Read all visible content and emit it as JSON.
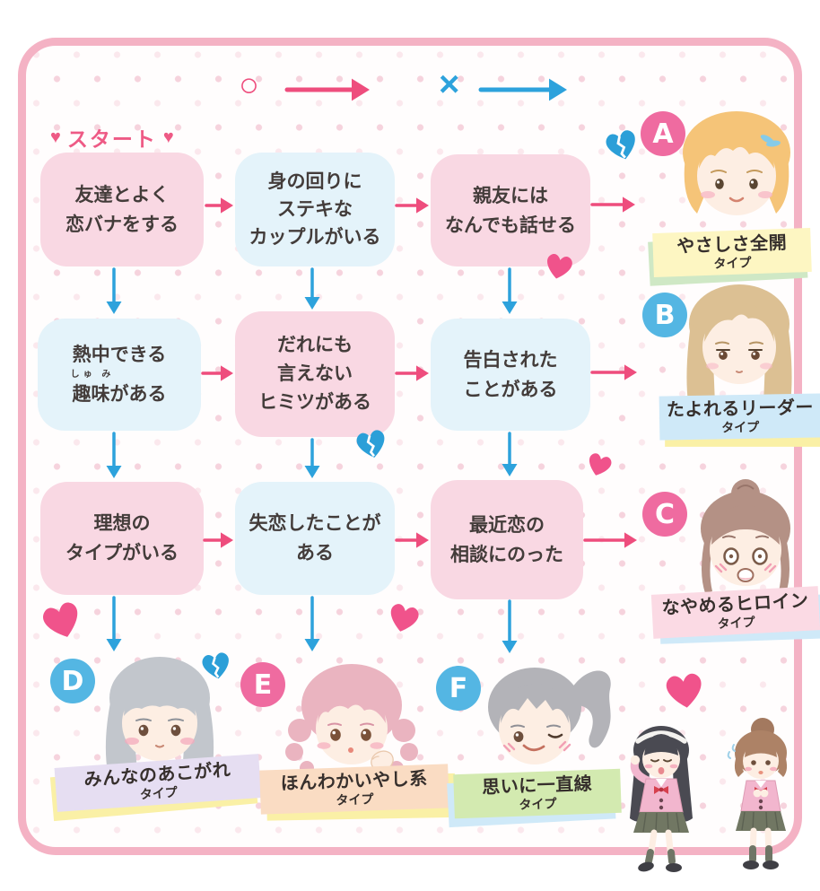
{
  "legend": {
    "yes_symbol": "○",
    "no_symbol": "×"
  },
  "start": {
    "label": "スタート"
  },
  "icons": {
    "heart": "♥"
  },
  "questions": [
    {
      "id": "q1",
      "row": 1,
      "col": 1,
      "color": "pink",
      "lines": [
        "友達とよく",
        "恋バナをする"
      ]
    },
    {
      "id": "q2",
      "row": 1,
      "col": 2,
      "color": "blue",
      "lines": [
        "身の回りに",
        "ステキな",
        "カップルがいる"
      ]
    },
    {
      "id": "q3",
      "row": 1,
      "col": 3,
      "color": "pink",
      "lines": [
        "親友には",
        "なんでも話せる"
      ]
    },
    {
      "id": "q4",
      "row": 2,
      "col": 1,
      "color": "blue",
      "lines": [
        "熱中できる",
        "趣味がある"
      ],
      "furigana": "しゅ み"
    },
    {
      "id": "q5",
      "row": 2,
      "col": 2,
      "color": "pink",
      "lines": [
        "だれにも",
        "言えない",
        "ヒミツがある"
      ]
    },
    {
      "id": "q6",
      "row": 2,
      "col": 3,
      "color": "blue",
      "lines": [
        "告白された",
        "ことがある"
      ]
    },
    {
      "id": "q7",
      "row": 3,
      "col": 1,
      "color": "pink",
      "lines": [
        "理想の",
        "タイプがいる"
      ]
    },
    {
      "id": "q8",
      "row": 3,
      "col": 2,
      "color": "blue",
      "lines": [
        "失恋したことが",
        "ある"
      ]
    },
    {
      "id": "q9",
      "row": 3,
      "col": 3,
      "color": "pink",
      "lines": [
        "最近恋の",
        "相談にのった"
      ]
    }
  ],
  "results": [
    {
      "letter": "A",
      "type_line1": "やさしさ全開",
      "type_line2": "タイプ",
      "badge_color": "#ef6ba0",
      "label_bg": "#fdf6c2",
      "label_shadow": "#cfe8c5",
      "character": "girl-blonde-bob-hairclip"
    },
    {
      "letter": "B",
      "type_line1": "たよれるリーダー",
      "type_line2": "タイプ",
      "badge_color": "#54b6e3",
      "label_bg": "#cfe9f8",
      "label_shadow": "#faf0a6",
      "character": "girl-long-light-brown-hair"
    },
    {
      "letter": "C",
      "type_line1": "なやめるヒロイン",
      "type_line2": "タイプ",
      "badge_color": "#ef6ba0",
      "label_bg": "#fbdae4",
      "label_shadow": "#cfe9f8",
      "character": "girl-brown-bun-surprised"
    },
    {
      "letter": "D",
      "type_line1": "みんなのあこがれ",
      "type_line2": "タイプ",
      "badge_color": "#54b6e3",
      "label_bg": "#e6def2",
      "label_shadow": "#faf0a6",
      "character": "girl-silver-long-hair"
    },
    {
      "letter": "E",
      "type_line1": "ほんわかいやし系",
      "type_line2": "タイプ",
      "badge_color": "#ef6ba0",
      "label_bg": "#fadcc3",
      "label_shadow": "#faf0a6",
      "character": "girl-pink-curly-hair"
    },
    {
      "letter": "F",
      "type_line1": "思いに一直線",
      "type_line2": "タイプ",
      "badge_color": "#54b6e3",
      "label_bg": "#d3eab0",
      "label_shadow": "#cfe9f8",
      "character": "girl-gray-side-ponytail-wink"
    }
  ],
  "footer_illustration": "two-schoolgirls-in-pink-uniforms",
  "colors": {
    "frame_pink": "#f4b2c4",
    "dot_pink": "#f6d3dd",
    "box_pink": "#f9d8e3",
    "box_blue": "#e4f3fa",
    "arrow_yes_pink": "#ee4d7d",
    "arrow_no_blue": "#2da2dc",
    "badge_pink": "#ef6ba0",
    "badge_blue": "#54b6e3",
    "text_dark": "#433c3a",
    "start_pink": "#ee5a85",
    "heart_pink": "#f0538b",
    "heart_blue": "#2b9fd8"
  }
}
